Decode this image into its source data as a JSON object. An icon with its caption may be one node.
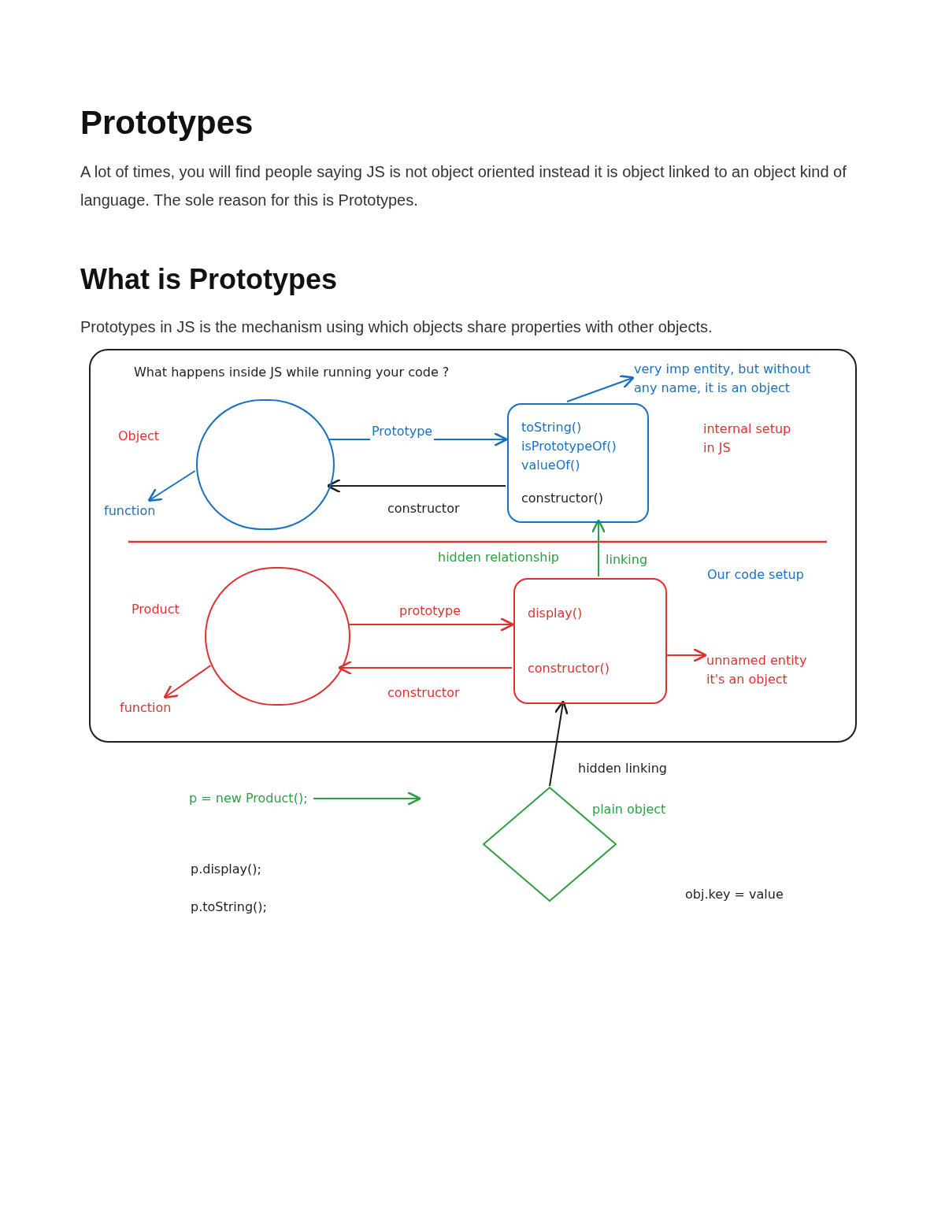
{
  "diagram": {
    "title": "Prototypes",
    "nodes": [
      {
        "text": [
          "What happens inside JS while running your code ?"
        ]
      },
      {
        "text": [],
        "shape": "circle",
        "beside": [
          "Object"
        ],
        "in": 0
      },
      {
        "text": [
          "function"
        ],
        "in": 0
      },
      {
        "text": [
          "toString() isPrototypeOf() valueOf()",
          "constructor()"
        ],
        "in": 0
      },
      {
        "text": [
          "very imp entity, but without any name, it is an object"
        ],
        "in": 0
      },
      {
        "text": [],
        "shape": "circle",
        "beside": [
          "Product"
        ],
        "in": 0
      },
      {
        "text": [
          "function"
        ],
        "in": 0
      },
      {
        "text": [
          "display()",
          "constructor()"
        ],
        "in": 0
      },
      {
        "text": [
          "unnamed entity it's an object"
        ],
        "in": 0
      },
      {
        "text": [],
        "shape": "diamond",
        "beside": [
          "plain object"
        ]
      },
      {
        "text": [
          "p = new Product();"
        ]
      }
    ],
    "edges": [
      {
        "from": 1,
        "to": 3,
        "arrow": "to",
        "label": "Prototype",
        "color": "#1971c2"
      },
      {
        "from": 3,
        "to": 1,
        "arrow": "to",
        "label": "constructor",
        "color": "#1e1e1e"
      },
      {
        "from": 1,
        "to": 2,
        "arrow": "to",
        "color": "#1971c2"
      },
      {
        "from": 3,
        "to": 4,
        "arrow": "to",
        "color": "#1971c2"
      },
      {
        "from": 7,
        "to": 3,
        "arrow": "to",
        "label": "linking",
        "color": "#2f9e44"
      },
      {
        "from": 5,
        "to": 7,
        "arrow": "to",
        "label": "prototype",
        "color": "#e03131"
      },
      {
        "from": 7,
        "to": 5,
        "arrow": "to",
        "label": "constructor",
        "color": "#e03131"
      },
      {
        "from": 5,
        "to": 6,
        "arrow": "to",
        "color": "#e03131"
      },
      {
        "from": 7,
        "to": 8,
        "arrow": "to",
        "color": "#e03131"
      },
      {
        "from": 9,
        "to": 7,
        "arrow": "to",
        "label": "hidden linking",
        "color": "#1e1e1e"
      },
      {
        "from": 10,
        "to": null,
        "arrow": "to",
        "color": "#2f9e44"
      }
    ],
    "labels": [
      "A lot of times, you will find people saying JS is not object oriented instead it is object linked to an object kind of language. The sole reason for this is Prototypes.",
      "What is Prototypes",
      "Prototypes in JS is the mechanism using which objects share properties with other objects.",
      "internal setup in JS",
      "hidden relationship",
      "Our code setup",
      "p.display();",
      "p.toString();",
      "obj.key = value"
    ]
  }
}
